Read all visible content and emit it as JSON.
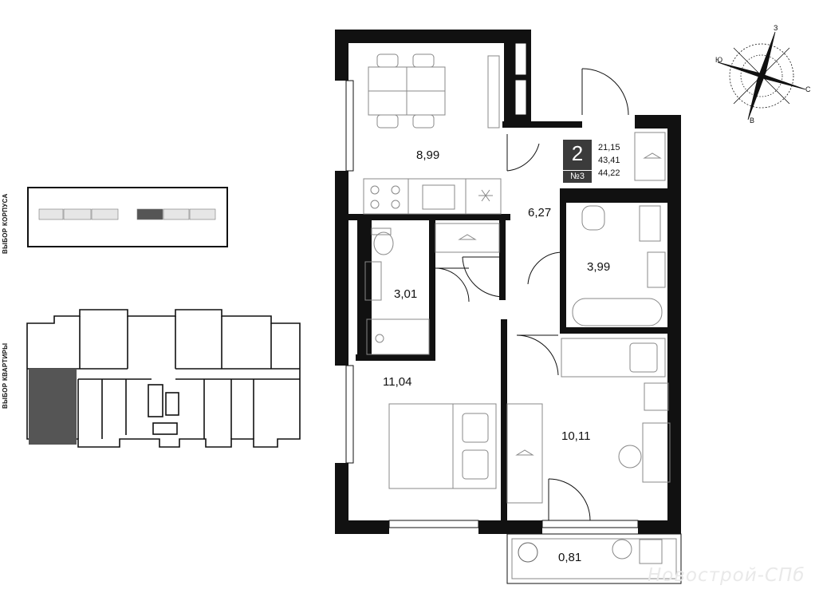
{
  "sidebar": {
    "building_select_label": "ВЫБОР КОРПУСА",
    "apartment_select_label": "ВЫБОР КВАРТИРЫ"
  },
  "apartment": {
    "rooms": "2",
    "number_label": "№3",
    "living_area": "21,15",
    "total_area_1": "43,41",
    "total_area_2": "44,22"
  },
  "room_areas": {
    "kitchen": "8,99",
    "hall": "6,27",
    "bath_main": "3,99",
    "bath_small": "3,01",
    "bedroom": "11,04",
    "living": "10,11",
    "balcony": "0,81"
  },
  "compass": {
    "north": "С",
    "south": "Ю",
    "east": "В",
    "west": "З"
  },
  "watermark": "Новострой-СПб",
  "colors": {
    "wall": "#111111",
    "selected": "#555555",
    "building": "#e6e6e6",
    "fixture": "#888888"
  }
}
